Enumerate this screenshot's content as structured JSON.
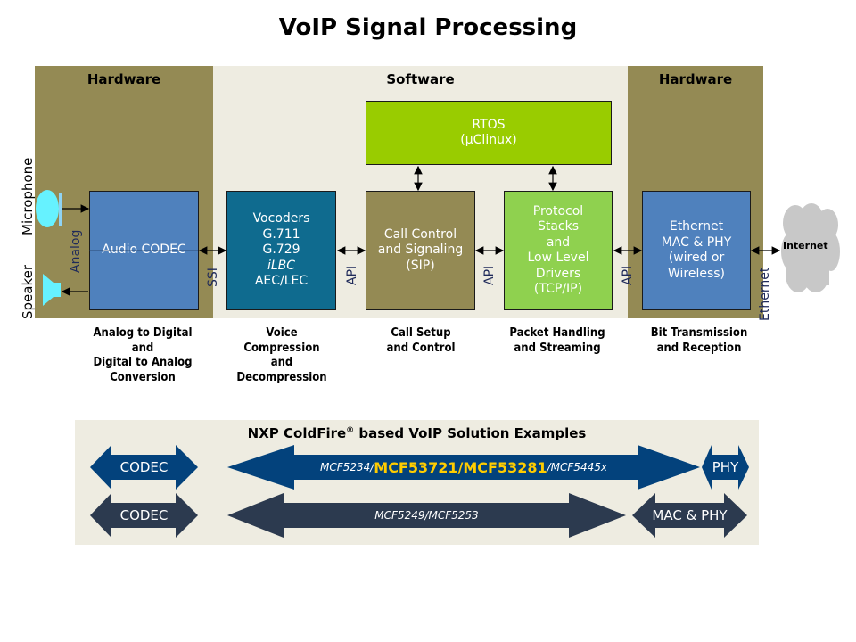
{
  "title": "VoIP Signal Processing",
  "zones": {
    "left_hardware": "Hardware",
    "software": "Software",
    "right_hardware": "Hardware"
  },
  "peripherals": {
    "microphone": "Microphone",
    "speaker": "Speaker",
    "analog": "Analog",
    "ethernet": "Ethernet",
    "internet": "Internet"
  },
  "blocks": {
    "rtos": [
      "RTOS",
      "(µClinux)"
    ],
    "audio_codec": "Audio CODEC",
    "vocoders": [
      "Vocoders",
      "G.711",
      "G.729",
      "iLBC",
      "AEC/LEC"
    ],
    "call_control": [
      "Call Control",
      "and Signaling",
      "(SIP)"
    ],
    "protocol": [
      "Protocol",
      "Stacks",
      "and",
      "Low Level",
      "Drivers",
      "(TCP/IP)"
    ],
    "ethernet": [
      "Ethernet",
      "MAC & PHY",
      "(wired or",
      "Wireless)"
    ]
  },
  "interfaces": {
    "ssi": "SSI",
    "api1": "API",
    "api2": "API",
    "api3": "API"
  },
  "captions": [
    [
      "Analog to Digital",
      "and",
      "Digital to Analog",
      "Conversion"
    ],
    [
      "Voice",
      "Compression",
      "and",
      "Decompression"
    ],
    [
      "Call Setup",
      "and Control"
    ],
    [
      "Packet Handling",
      "and Streaming"
    ],
    [
      "Bit Transmission",
      "and Reception"
    ]
  ],
  "solutions": {
    "title": "NXP ColdFire",
    "title_reg": "®",
    "title_rest": " based VoIP Solution  Examples",
    "row1": {
      "left": "CODEC",
      "mid_prefix": "MCF5234/",
      "mid_highlight": "MCF53721/MCF53281",
      "mid_suffix": "/MCF5445x",
      "right": "PHY"
    },
    "row2": {
      "left": "CODEC",
      "mid": "MCF5249/MCF5253",
      "right": "MAC & PHY"
    }
  },
  "colors": {
    "hardware": "#948a54",
    "software": "#eeece1",
    "audio_codec": "#4f81bd",
    "vocoders": "#0f6b8f",
    "call_control": "#948a54",
    "protocol": "#8fd14f",
    "rtos": "#99cc00",
    "ethernet": "#4f81bd",
    "arrow_row1": "#03427c",
    "arrow_row2": "#2c3a4f",
    "highlight": "#ffcc00"
  }
}
